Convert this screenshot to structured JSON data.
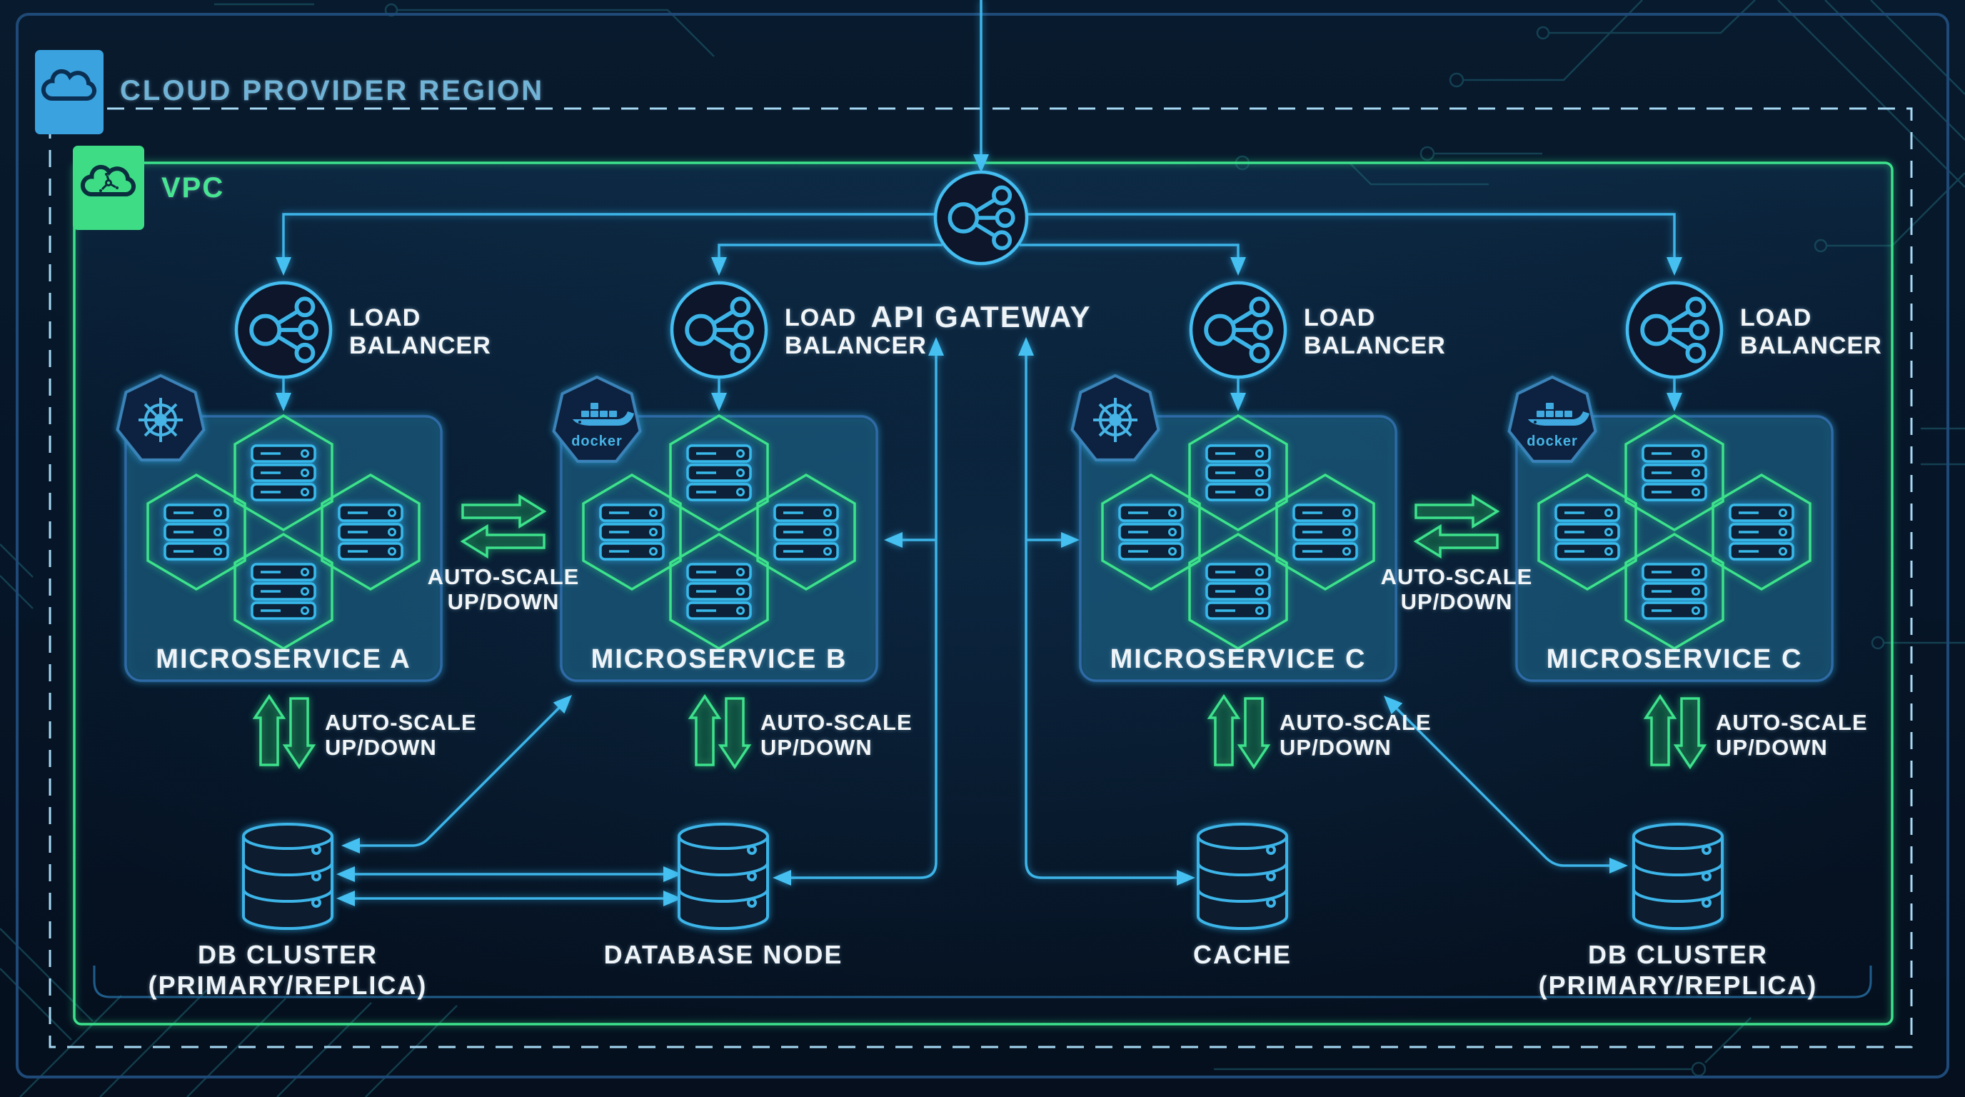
{
  "diagram_title": "Cloud microservices architecture",
  "region": {
    "label": "CLOUD PROVIDER REGION"
  },
  "vpc": {
    "label": "VPC"
  },
  "api_gateway": {
    "label": "API GATEWAY"
  },
  "load_balancers": [
    {
      "line1": "LOAD",
      "line2": "BALANCER"
    },
    {
      "line1": "LOAD",
      "line2": "BALANCER"
    },
    {
      "line1": "LOAD",
      "line2": "BALANCER"
    },
    {
      "line1": "LOAD",
      "line2": "BALANCER"
    }
  ],
  "microservices": [
    {
      "label": "MICROSERVICE A",
      "orchestrator": "kubernetes"
    },
    {
      "label": "MICROSERVICE B",
      "orchestrator": "docker"
    },
    {
      "label": "MICROSERVICE C",
      "orchestrator": "kubernetes"
    },
    {
      "label": "MICROSERVICE C",
      "orchestrator": "docker"
    }
  ],
  "badges": {
    "docker_label": "docker"
  },
  "autoscale": {
    "line1": "AUTO-SCALE",
    "line2": "UP/DOWN"
  },
  "datastores": [
    {
      "line1": "DB CLUSTER",
      "line2": "(PRIMARY/REPLICA)"
    },
    {
      "line1": "DATABASE NODE",
      "line2": ""
    },
    {
      "line1": "CACHE",
      "line2": ""
    },
    {
      "line1": "DB CLUSTER",
      "line2": "(PRIMARY/REPLICA)"
    }
  ],
  "colors": {
    "background": "#071829",
    "line_blue": "#3cb4e8",
    "neon_green": "#3ce28c",
    "dashed_border": "#a5d8f2",
    "box_border": "#2f6ba6",
    "text_white": "#eef4f8",
    "region_text": "#6fb3d6",
    "badge_blue": "#3aa2df",
    "badge_green": "#3fdc86",
    "circuit_trace": "#1f6272"
  }
}
